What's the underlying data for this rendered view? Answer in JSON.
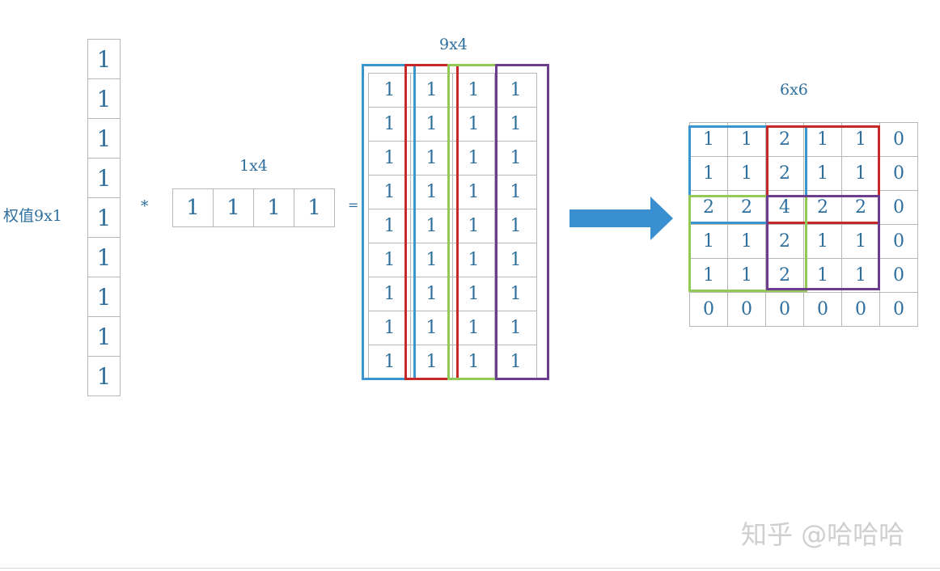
{
  "labels": {
    "weight": "权值9x1",
    "row_vector": "1x4",
    "product": "9x4",
    "result": "6x6",
    "multiply": "*",
    "equals": "="
  },
  "weight_column": [
    "1",
    "1",
    "1",
    "1",
    "1",
    "1",
    "1",
    "1",
    "1"
  ],
  "row_vector": [
    "1",
    "1",
    "1",
    "1"
  ],
  "product_grid": [
    [
      "1",
      "1",
      "1",
      "1"
    ],
    [
      "1",
      "1",
      "1",
      "1"
    ],
    [
      "1",
      "1",
      "1",
      "1"
    ],
    [
      "1",
      "1",
      "1",
      "1"
    ],
    [
      "1",
      "1",
      "1",
      "1"
    ],
    [
      "1",
      "1",
      "1",
      "1"
    ],
    [
      "1",
      "1",
      "1",
      "1"
    ],
    [
      "1",
      "1",
      "1",
      "1"
    ],
    [
      "1",
      "1",
      "1",
      "1"
    ]
  ],
  "result_grid": [
    [
      "1",
      "1",
      "2",
      "1",
      "1",
      "0"
    ],
    [
      "1",
      "1",
      "2",
      "1",
      "1",
      "0"
    ],
    [
      "2",
      "2",
      "4",
      "2",
      "2",
      "0"
    ],
    [
      "1",
      "1",
      "2",
      "1",
      "1",
      "0"
    ],
    [
      "1",
      "1",
      "2",
      "1",
      "1",
      "0"
    ],
    [
      "0",
      "0",
      "0",
      "0",
      "0",
      "0"
    ]
  ],
  "colors": {
    "blue": "#3b95d1",
    "red": "#c62828",
    "green": "#92c957",
    "purple": "#6c3c8f",
    "arrow": "#3a8fd0"
  },
  "watermark": "知乎 @哈哈哈"
}
